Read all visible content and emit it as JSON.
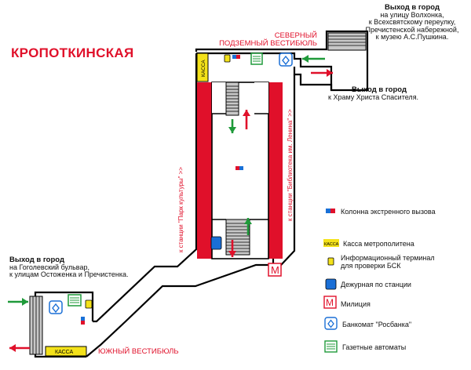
{
  "station_title": "КРОПОТКИНСКАЯ",
  "north_vestibule": {
    "line1": "СЕВЕРНЫЙ",
    "line2": "ПОДЗЕМНЫЙ ВЕСТИБЮЛЬ"
  },
  "south_vestibule": "ЮЖНЫЙ ВЕСТИБЮЛЬ",
  "exits": [
    {
      "heading": "Выход в город",
      "lines": [
        "на улицу Волхонка,",
        "к Всехсвятскому переулку,",
        "Пречистенской набережной,",
        "к музею А.С.Пушкина."
      ]
    },
    {
      "heading": "Выход в город",
      "lines": [
        "к Храму Христа Спасителя."
      ]
    },
    {
      "heading": "Выход в город",
      "lines": [
        "на Гоголевский бульвар,",
        "к улицам Остоженка и Пречистенка."
      ]
    }
  ],
  "tracks": {
    "left": "к станции \"Парк культуры\" >>",
    "right": "к станции \"Библиотека им. Ленина\" >>"
  },
  "kassa_label": "КАССА",
  "legend": [
    {
      "icon": "emergency-column-icon",
      "label": "Колонна экстренного вызова"
    },
    {
      "icon": "ticket-office-icon",
      "label": "Касса метрополитена"
    },
    {
      "icon": "info-terminal-icon",
      "label": "Информационный терминал\nдля проверки БСК"
    },
    {
      "icon": "duty-officer-icon",
      "label": "Дежурная по станции"
    },
    {
      "icon": "police-icon",
      "label": "Милиция"
    },
    {
      "icon": "atm-icon",
      "label": "Банкомат \"Росбанка\""
    },
    {
      "icon": "newspaper-machine-icon",
      "label": "Газетные автоматы"
    }
  ],
  "colors": {
    "accent_red": "#e0102a",
    "arrow_green": "#1f9a3a",
    "duty_blue": "#1a6fd6",
    "kassa_yellow": "#f4e21a",
    "stairs_gray": "#b9b9b9"
  }
}
